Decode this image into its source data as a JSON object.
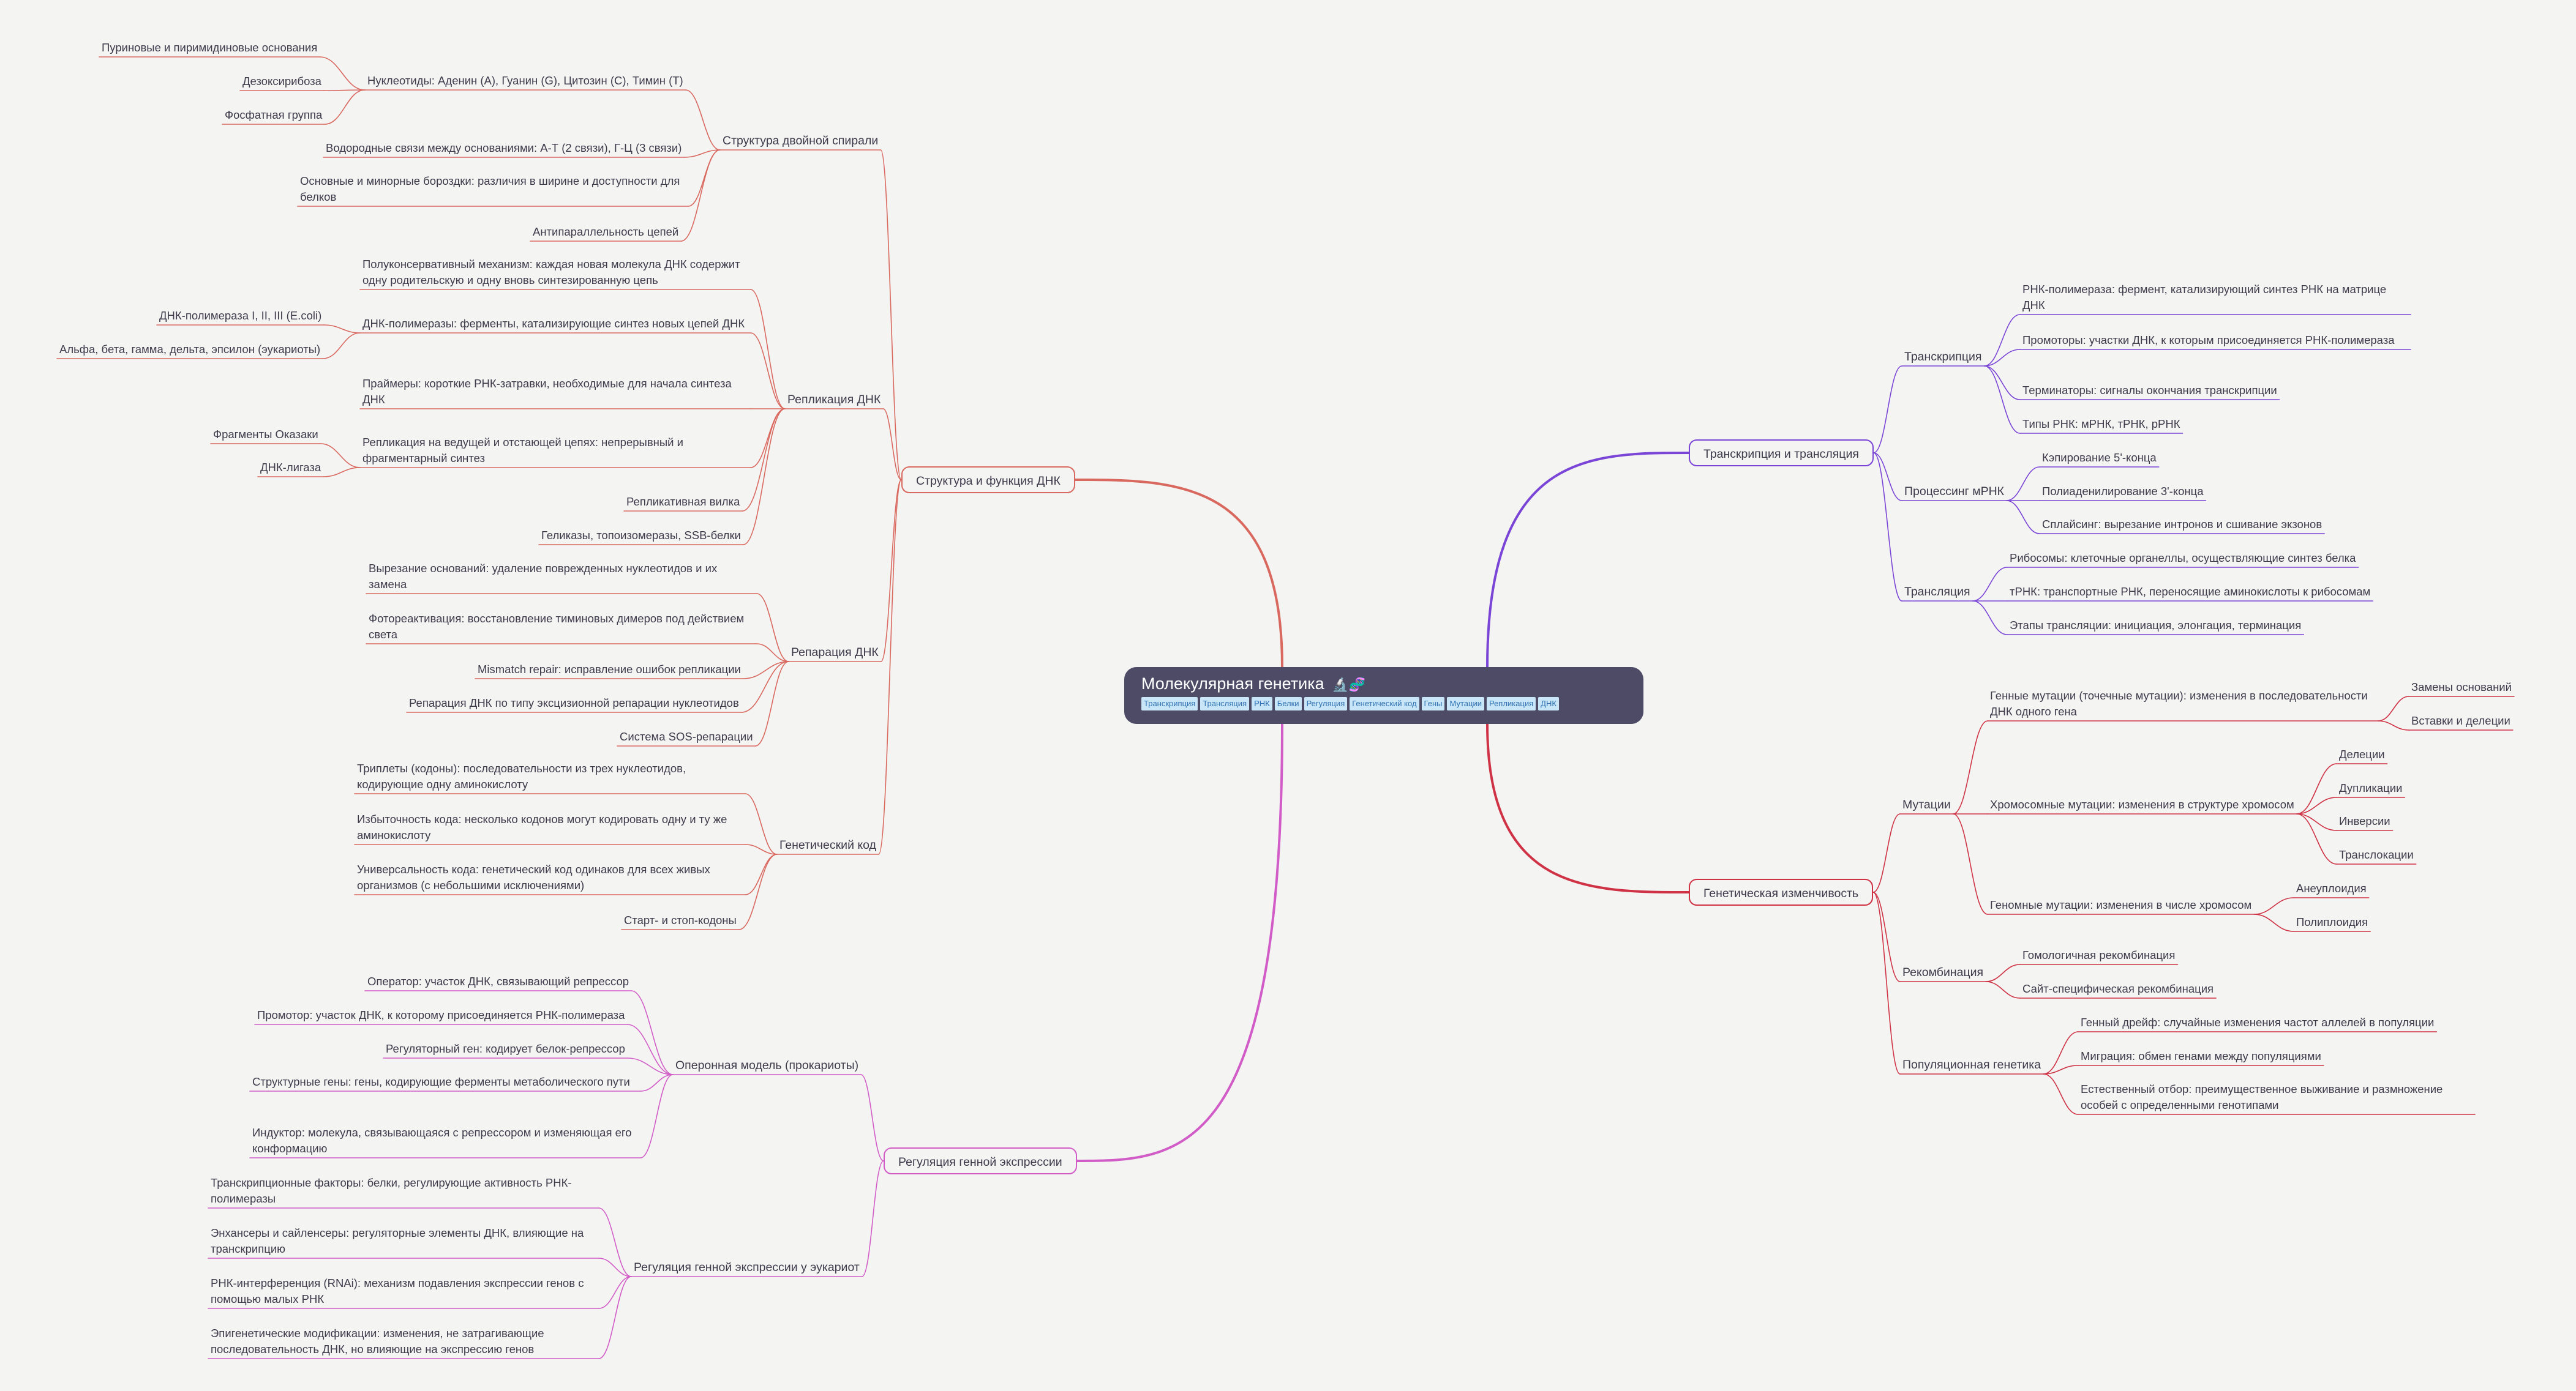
{
  "root": {
    "title": "Молекулярная генетика",
    "emoji": "🔬🧬",
    "tags": [
      "Транскрипция",
      "Трансляция",
      "РНК",
      "Белки",
      "Регуляция",
      "Генетический код",
      "Гены",
      "Мутации",
      "Репликация",
      "ДНК"
    ]
  },
  "colors": {
    "dna": "#d9685f",
    "regulation": "#d25cc7",
    "transcription": "#7a45d6",
    "variation": "#cf3245",
    "root": "#4d4b66",
    "tag_bg": "#c8e6f7",
    "tag_text": "#2f6fb0",
    "background": "#f4f4f3"
  },
  "branches": {
    "dna": {
      "label": "Структура и функция ДНК",
      "helix": {
        "label": "Структура двойной спирали",
        "nucleotides": {
          "label": "Нуклеотиды: Аденин (А), Гуанин (G), Цитозин (C), Тимин (T)",
          "children": [
            "Пуриновые и пиримидиновые основания",
            "Дезоксирибоза",
            "Фосфатная группа"
          ]
        },
        "items": [
          "Водородные связи между основаниями: А-Т (2 связи), Г-Ц (3 связи)",
          "Основные и минорные бороздки: различия в ширине и доступности для белков",
          "Антипараллельность цепей"
        ]
      },
      "replication": {
        "label": "Репликация ДНК",
        "semi": "Полуконсервативный механизм: каждая новая молекула ДНК содержит одну родительскую и одну вновь синтезированную цепь",
        "polymerases": {
          "label": "ДНК-полимеразы: ферменты, катализирующие синтез новых цепей ДНК",
          "children": [
            "ДНК-полимераза I, II, III (E.coli)",
            "Альфа, бета, гамма, дельта, эпсилон (эукариоты)"
          ]
        },
        "primers": "Праймеры: короткие РНК-затравки, необходимые для начала синтеза ДНК",
        "strands": {
          "label": "Репликация на ведущей и отстающей цепях: непрерывный и фрагментарный синтез",
          "children": [
            "Фрагменты Оказаки",
            "ДНК-лигаза"
          ]
        },
        "fork": "Репликативная вилка",
        "helicases": "Геликазы, топоизомеразы, SSB-белки"
      },
      "repair": {
        "label": "Репарация ДНК",
        "items": [
          "Вырезание оснований: удаление поврежденных нуклеотидов и их замена",
          "Фотореактивация: восстановление тиминовых димеров под действием света",
          "Mismatch repair: исправление ошибок репликации",
          "Репарация ДНК по типу эксцизионной репарации нуклеотидов",
          "Система SOS-репарации"
        ]
      },
      "code": {
        "label": "Генетический код",
        "items": [
          "Триплеты (кодоны): последовательности из трех нуклеотидов, кодирующие одну аминокислоту",
          "Избыточность кода: несколько кодонов могут кодировать одну и ту же аминокислоту",
          "Универсальность кода: генетический код одинаков для всех живых организмов (с небольшими исключениями)",
          "Старт- и стоп-кодоны"
        ]
      }
    },
    "regulation": {
      "label": "Регуляция генной экспрессии",
      "operon": {
        "label": "Оперонная модель (прокариоты)",
        "items": [
          "Оператор: участок ДНК, связывающий репрессор",
          "Промотор: участок ДНК, к которому присоединяется РНК-полимераза",
          "Регуляторный ген: кодирует белок-репрессор",
          "Структурные гены: гены, кодирующие ферменты метаболического пути",
          "Индуктор: молекула, связывающаяся с репрессором и изменяющая его конформацию"
        ]
      },
      "eukaryotes": {
        "label": "Регуляция генной экспрессии у эукариот",
        "items": [
          "Транскрипционные факторы: белки, регулирующие активность РНК-полимеразы",
          "Энхансеры и сайленсеры: регуляторные элементы ДНК, влияющие на транскрипцию",
          "РНК-интерференция (RNAi): механизм подавления экспрессии генов с помощью малых РНК",
          "Эпигенетические модификации: изменения, не затрагивающие последовательность ДНК, но влияющие на экспрессию генов"
        ]
      }
    },
    "transcription": {
      "label": "Транскрипция и трансляция",
      "transcription": {
        "label": "Транскрипция",
        "items": [
          "РНК-полимераза: фермент, катализирующий синтез РНК на матрице ДНК",
          "Промоторы: участки ДНК, к которым присоединяется РНК-полимераза",
          "Терминаторы: сигналы окончания транскрипции",
          "Типы РНК: мРНК, тРНК, рРНК"
        ]
      },
      "processing": {
        "label": "Процессинг мРНК",
        "items": [
          "Кэпирование 5'-конца",
          "Полиаденилирование 3'-конца",
          "Сплайсинг: вырезание интронов и сшивание экзонов"
        ]
      },
      "translation": {
        "label": "Трансляция",
        "items": [
          "Рибосомы: клеточные органеллы, осуществляющие синтез белка",
          "тРНК: транспортные РНК, переносящие аминокислоты к рибосомам",
          "Этапы трансляции: инициация, элонгация, терминация"
        ]
      }
    },
    "variation": {
      "label": "Генетическая изменчивость",
      "mutations": {
        "label": "Мутации",
        "gene": {
          "label": "Генные мутации (точечные мутации): изменения в последовательности ДНК одного гена",
          "children": [
            "Замены оснований",
            "Вставки и делеции"
          ]
        },
        "chromosomal": {
          "label": "Хромосомные мутации: изменения в структуре хромосом",
          "children": [
            "Делеции",
            "Дупликации",
            "Инверсии",
            "Транслокации"
          ]
        },
        "genomic": {
          "label": "Геномные мутации: изменения в числе хромосом",
          "children": [
            "Анеуплоидия",
            "Полиплоидия"
          ]
        }
      },
      "recombination": {
        "label": "Рекомбинация",
        "items": [
          "Гомологичная рекомбинация",
          "Сайт-специфическая рекомбинация"
        ]
      },
      "population": {
        "label": "Популяционная генетика",
        "items": [
          "Генный дрейф: случайные изменения частот аллелей в популяции",
          "Миграция: обмен генами между популяциями",
          "Естественный отбор: преимущественное выживание и размножение особей с определенными генотипами"
        ]
      }
    }
  }
}
